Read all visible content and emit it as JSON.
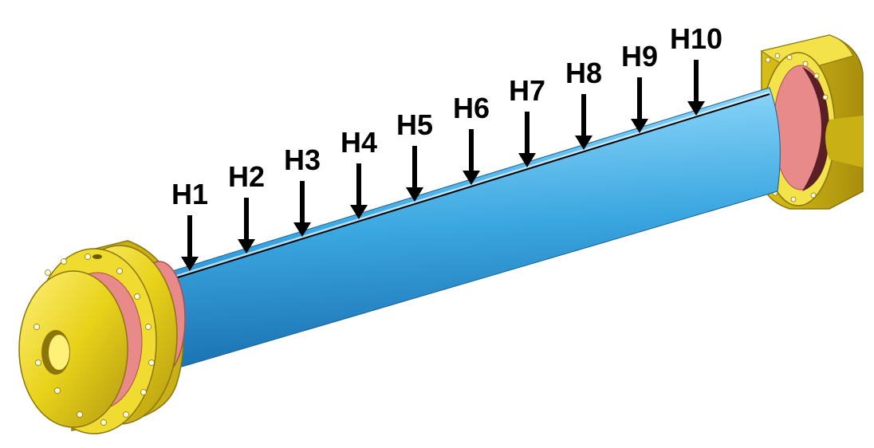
{
  "labels": [
    "H1",
    "H2",
    "H3",
    "H4",
    "H5",
    "H6",
    "H7",
    "H8",
    "H9",
    "H10"
  ],
  "colors": {
    "tube": "#3aa6e0",
    "tube_dark": "#1f7fc0",
    "tube_light": "#8fd4f6",
    "flange": "#e8d21a",
    "flange_dark": "#b39a10",
    "flange_shadow": "#8a760a",
    "seal": "#e98a8a",
    "arrow": "#000000"
  }
}
